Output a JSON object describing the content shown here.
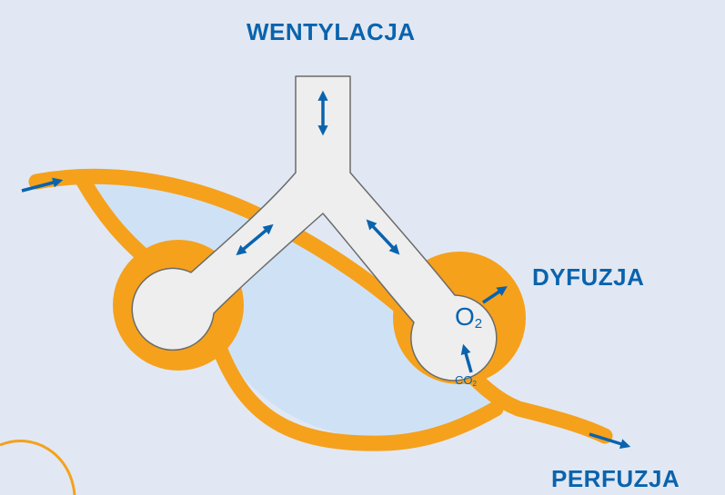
{
  "labels": {
    "ventilation": "WENTYLACJA",
    "diffusion": "DYFUZJA",
    "perfusion": "PERFUZJA",
    "o2": "O",
    "o2_sub": "2",
    "co2": "CO",
    "co2_sub": "2"
  },
  "colors": {
    "background": "#e1e8f3",
    "vessel": "#f5a11c",
    "airway": "#eeeeee",
    "airway_stroke": "#6b6b6b",
    "capillary_fill": "#cfe2f5",
    "arrow": "#0a63ad",
    "text": "#0a63ad"
  }
}
